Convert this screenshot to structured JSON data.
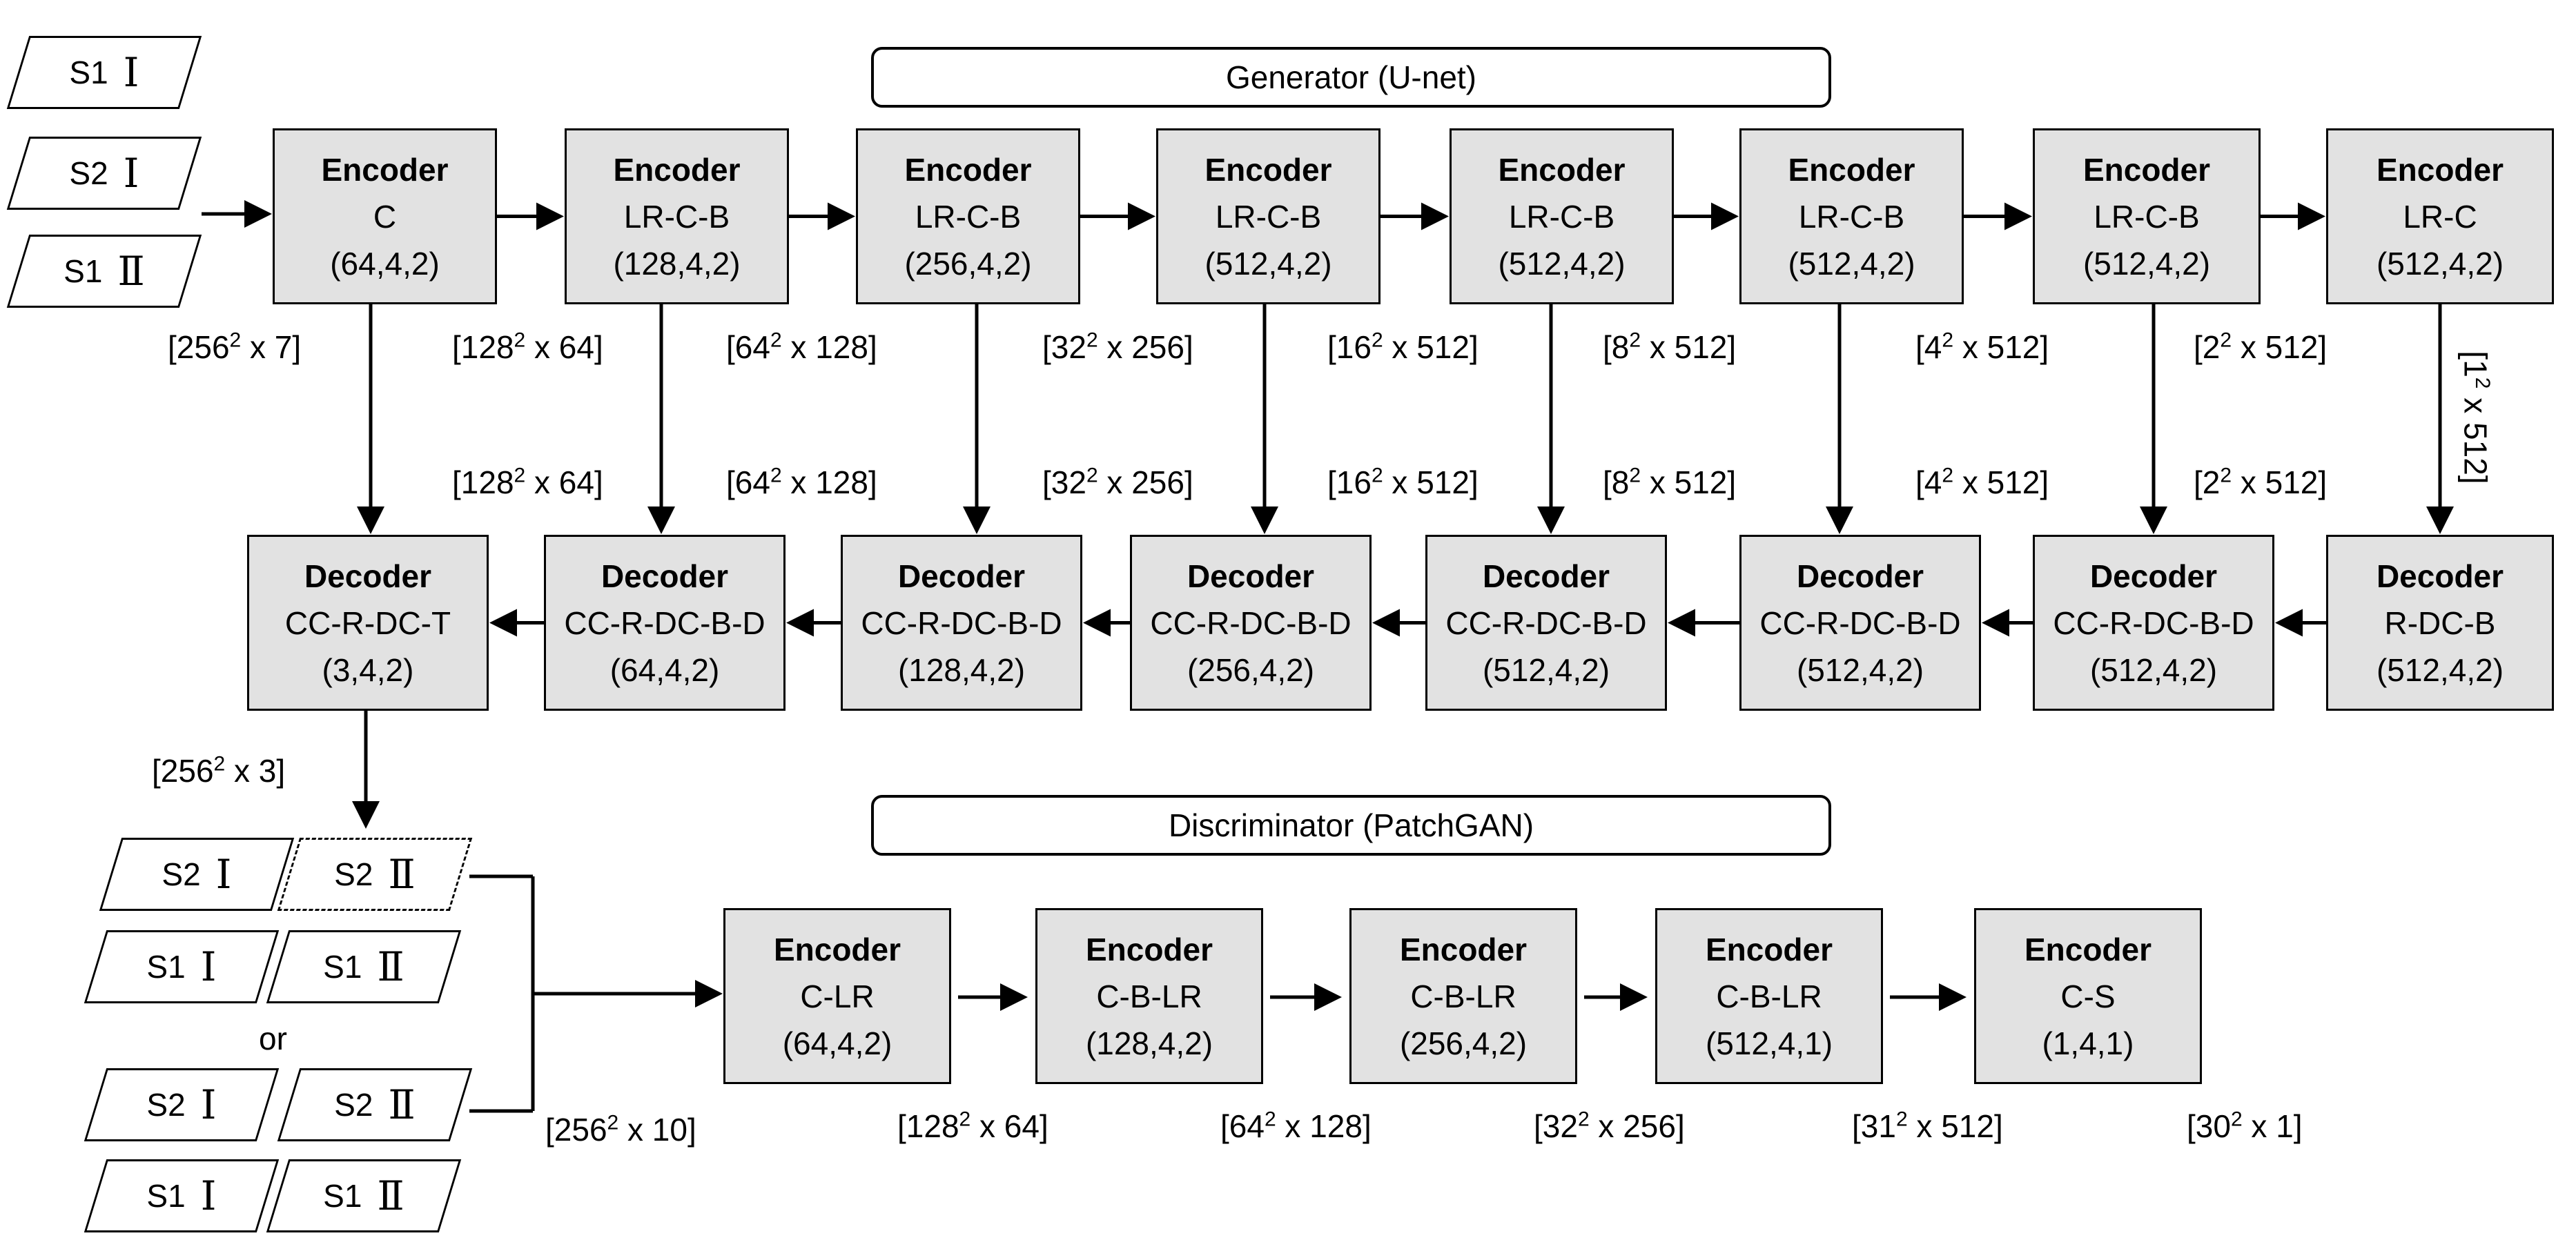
{
  "generator": {
    "title": "Generator (U-net)",
    "inputs": [
      {
        "source": "S1",
        "mark": "Ⅰ"
      },
      {
        "source": "S2",
        "mark": "Ⅰ"
      },
      {
        "source": "S1",
        "mark": "Ⅱ"
      }
    ],
    "encoders": [
      {
        "head": "Encoder",
        "ops": "C",
        "params": "(64,4,2)"
      },
      {
        "head": "Encoder",
        "ops": "LR-C-B",
        "params": "(128,4,2)"
      },
      {
        "head": "Encoder",
        "ops": "LR-C-B",
        "params": "(256,4,2)"
      },
      {
        "head": "Encoder",
        "ops": "LR-C-B",
        "params": "(512,4,2)"
      },
      {
        "head": "Encoder",
        "ops": "LR-C-B",
        "params": "(512,4,2)"
      },
      {
        "head": "Encoder",
        "ops": "LR-C-B",
        "params": "(512,4,2)"
      },
      {
        "head": "Encoder",
        "ops": "LR-C-B",
        "params": "(512,4,2)"
      },
      {
        "head": "Encoder",
        "ops": "LR-C",
        "params": "(512,4,2)"
      }
    ],
    "decoders": [
      {
        "head": "Decoder",
        "ops": "CC-R-DC-T",
        "params": "(3,4,2)"
      },
      {
        "head": "Decoder",
        "ops": "CC-R-DC-B-D",
        "params": "(64,4,2)"
      },
      {
        "head": "Decoder",
        "ops": "CC-R-DC-B-D",
        "params": "(128,4,2)"
      },
      {
        "head": "Decoder",
        "ops": "CC-R-DC-B-D",
        "params": "(256,4,2)"
      },
      {
        "head": "Decoder",
        "ops": "CC-R-DC-B-D",
        "params": "(512,4,2)"
      },
      {
        "head": "Decoder",
        "ops": "CC-R-DC-B-D",
        "params": "(512,4,2)"
      },
      {
        "head": "Decoder",
        "ops": "CC-R-DC-B-D",
        "params": "(512,4,2)"
      },
      {
        "head": "Decoder",
        "ops": "R-DC-B",
        "params": "(512,4,2)"
      }
    ],
    "encoder_dims": [
      {
        "base": "[256",
        "exp": "2",
        "rest": " x 7]"
      },
      {
        "base": "[128",
        "exp": "2",
        "rest": " x 64]"
      },
      {
        "base": "[64",
        "exp": "2",
        "rest": " x 128]"
      },
      {
        "base": "[32",
        "exp": "2",
        "rest": " x 256]"
      },
      {
        "base": "[16",
        "exp": "2",
        "rest": " x 512]"
      },
      {
        "base": "[8",
        "exp": "2",
        "rest": " x 512]"
      },
      {
        "base": "[4",
        "exp": "2",
        "rest": " x 512]"
      },
      {
        "base": "[2",
        "exp": "2",
        "rest": " x 512]"
      },
      {
        "base": "[1",
        "exp": "2",
        "rest": " x 512]"
      }
    ],
    "decoder_dims": [
      {
        "base": "[128",
        "exp": "2",
        "rest": " x 64]"
      },
      {
        "base": "[64",
        "exp": "2",
        "rest": " x 128]"
      },
      {
        "base": "[32",
        "exp": "2",
        "rest": " x 256]"
      },
      {
        "base": "[16",
        "exp": "2",
        "rest": " x 512]"
      },
      {
        "base": "[8",
        "exp": "2",
        "rest": " x 512]"
      },
      {
        "base": "[4",
        "exp": "2",
        "rest": " x 512]"
      },
      {
        "base": "[2",
        "exp": "2",
        "rest": " x 512]"
      }
    ],
    "output_dim": {
      "base": "[256",
      "exp": "2",
      "rest": " x 3]"
    }
  },
  "discriminator": {
    "title": "Discriminator (PatchGAN)",
    "input_sets": [
      [
        {
          "source": "S2",
          "mark": "Ⅰ",
          "style": "solid"
        },
        {
          "source": "S2",
          "mark": "Ⅱ",
          "style": "dashed"
        },
        {
          "source": "S1",
          "mark": "Ⅰ",
          "style": "solid"
        },
        {
          "source": "S1",
          "mark": "Ⅱ",
          "style": "solid"
        }
      ],
      [
        {
          "source": "S2",
          "mark": "Ⅰ",
          "style": "solid"
        },
        {
          "source": "S2",
          "mark": "Ⅱ",
          "style": "solid"
        },
        {
          "source": "S1",
          "mark": "Ⅰ",
          "style": "solid"
        },
        {
          "source": "S1",
          "mark": "Ⅱ",
          "style": "solid"
        }
      ]
    ],
    "or_label": "or",
    "input_dim": {
      "base": "[256",
      "exp": "2",
      "rest": " x 10]"
    },
    "encoders": [
      {
        "head": "Encoder",
        "ops": "C-LR",
        "params": "(64,4,2)"
      },
      {
        "head": "Encoder",
        "ops": "C-B-LR",
        "params": "(128,4,2)"
      },
      {
        "head": "Encoder",
        "ops": "C-B-LR",
        "params": "(256,4,2)"
      },
      {
        "head": "Encoder",
        "ops": "C-B-LR",
        "params": "(512,4,1)"
      },
      {
        "head": "Encoder",
        "ops": "C-S",
        "params": "(1,4,1)"
      }
    ],
    "dims": [
      {
        "base": "[128",
        "exp": "2",
        "rest": " x 64]"
      },
      {
        "base": "[64",
        "exp": "2",
        "rest": " x 128]"
      },
      {
        "base": "[32",
        "exp": "2",
        "rest": " x 256]"
      },
      {
        "base": "[31",
        "exp": "2",
        "rest": " x 512]"
      },
      {
        "base": "[30",
        "exp": "2",
        "rest": " x 1]"
      }
    ]
  }
}
